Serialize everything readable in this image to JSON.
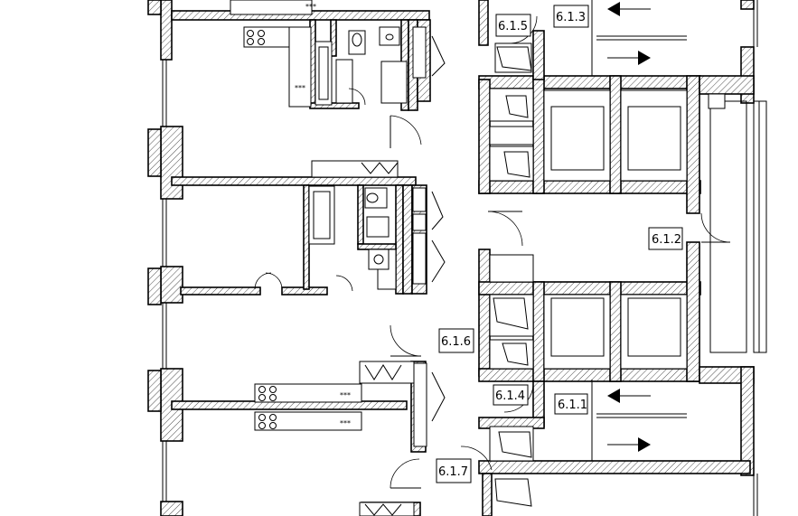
{
  "rooms": [
    {
      "id": "6.1.1"
    },
    {
      "id": "6.1.2"
    },
    {
      "id": "6.1.3"
    },
    {
      "id": "6.1.4"
    },
    {
      "id": "6.1.5"
    },
    {
      "id": "6.1.6"
    },
    {
      "id": "6.1.7"
    }
  ],
  "hob_symbol": "***"
}
